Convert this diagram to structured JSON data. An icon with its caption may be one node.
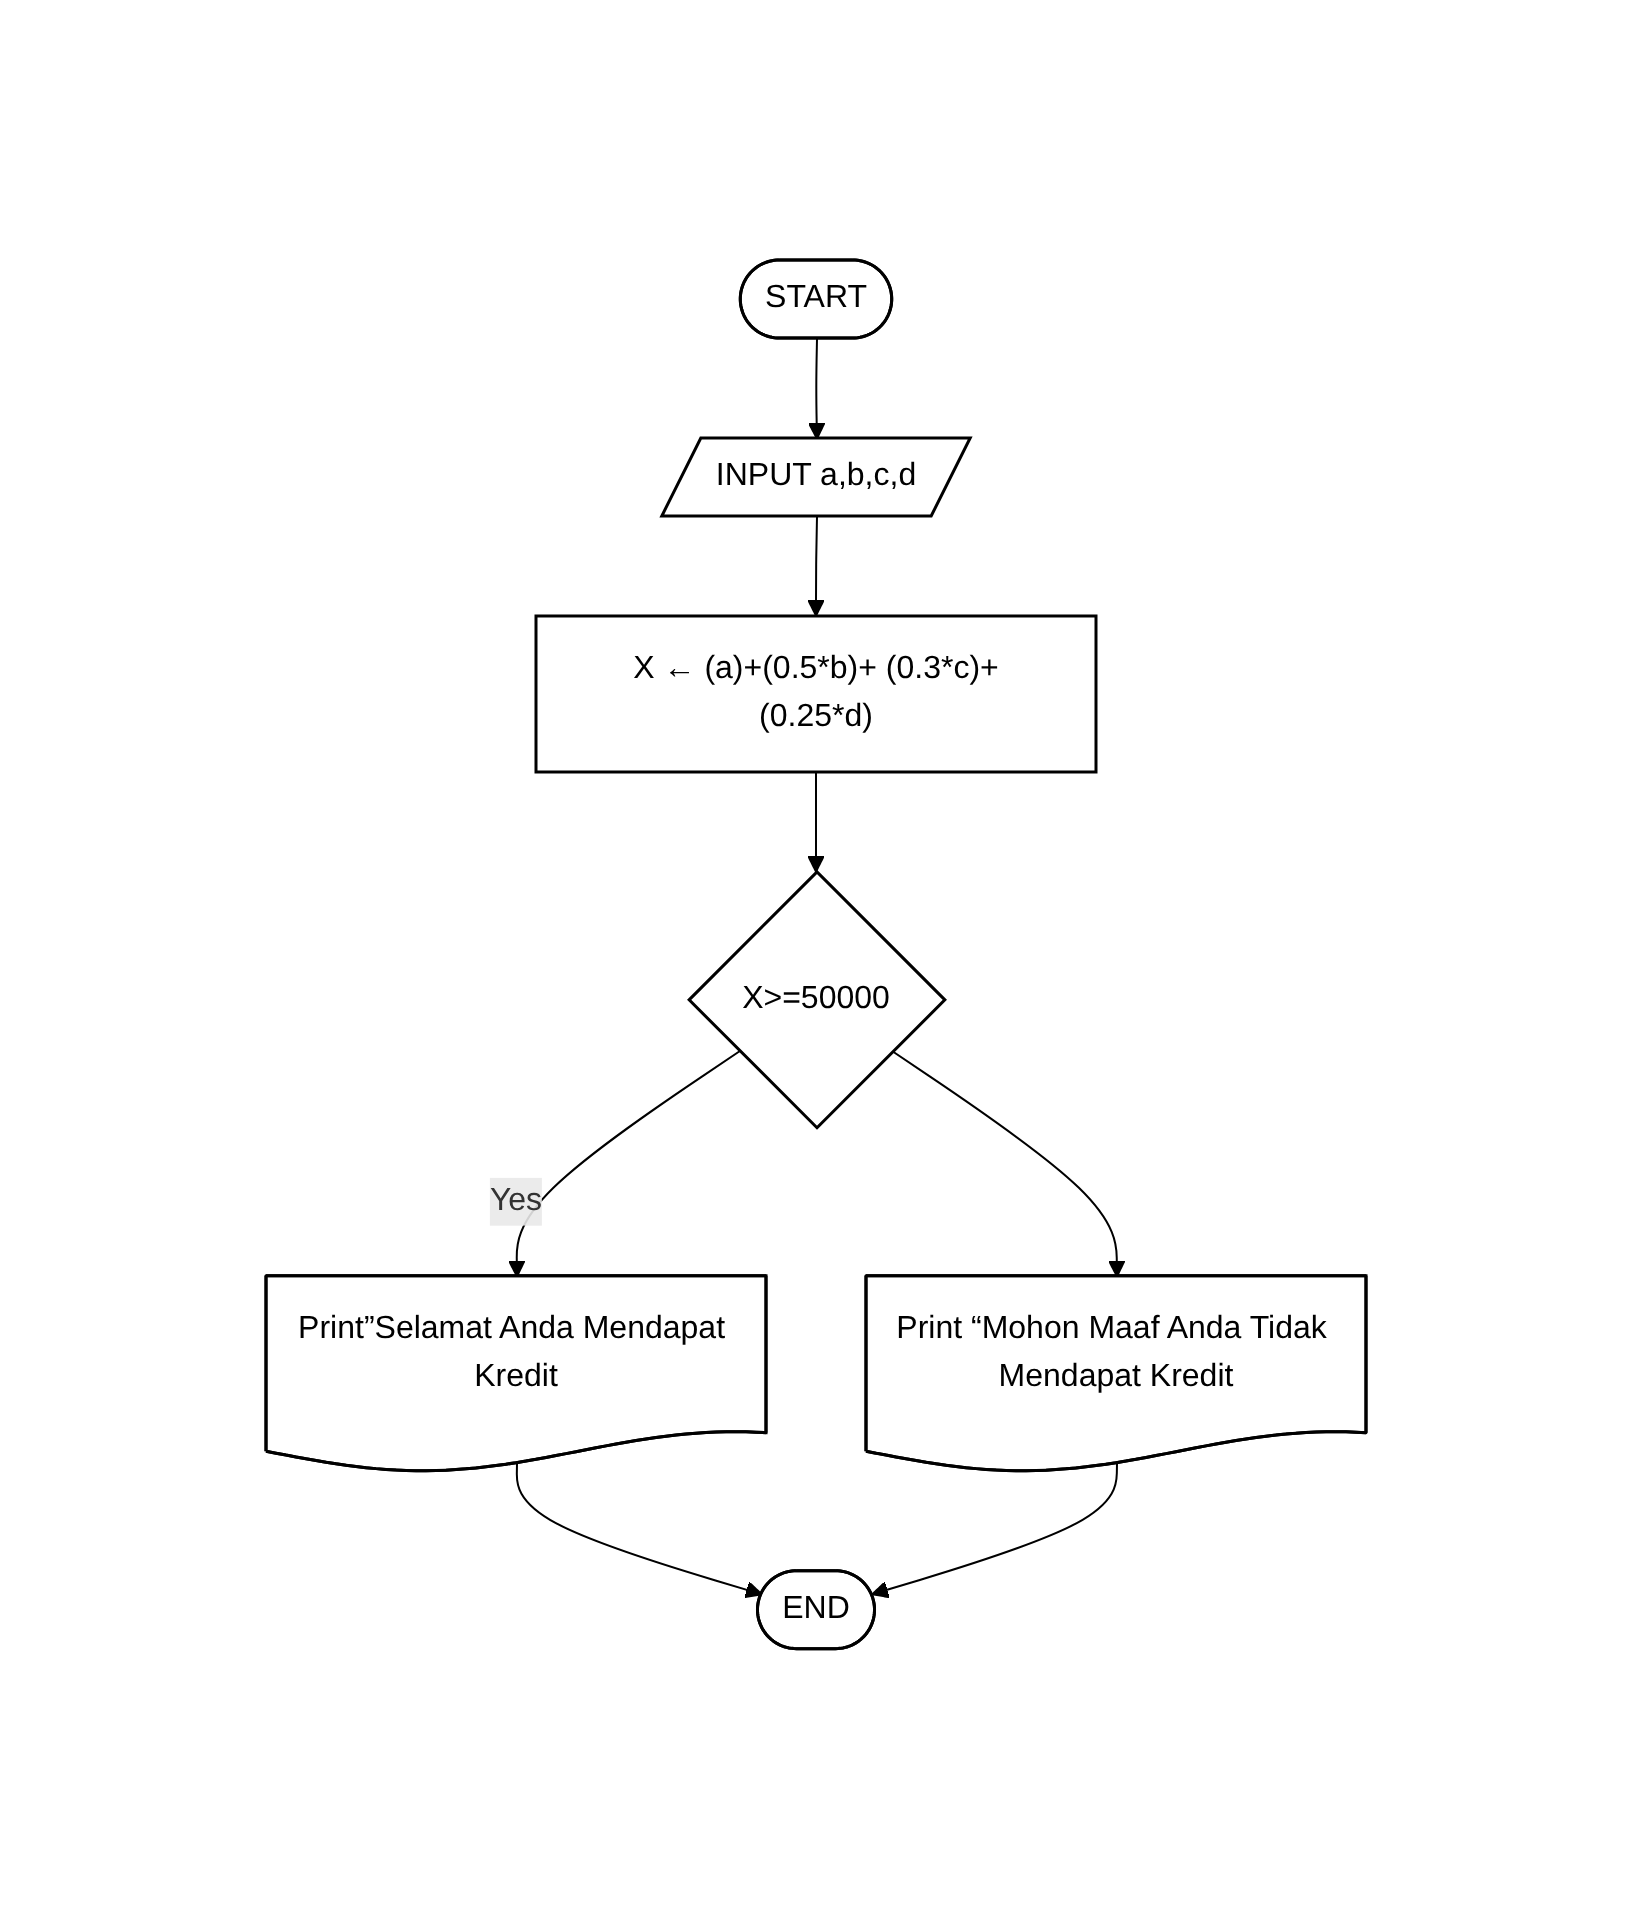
{
  "diagram": {
    "nodes": [
      {
        "text": [
          "START"
        ]
      },
      {
        "text": [
          "INPUT a,b,c,d"
        ]
      },
      {
        "text": [
          "X ← (a)+(0.5*b)+ (0.3*c)+(0.25*d)"
        ]
      },
      {
        "text": [
          "X>=50000"
        ]
      },
      {
        "text": [
          "Print”Selamat Anda Mendapat Kredit"
        ]
      },
      {
        "text": [
          "Print “Mohon Maaf Anda Tidak Mendapat Kredit"
        ]
      },
      {
        "text": [
          "END"
        ]
      }
    ],
    "edges": [
      {
        "from": 0,
        "to": 1,
        "arrow": "to"
      },
      {
        "from": 1,
        "to": 2,
        "arrow": "to"
      },
      {
        "from": 2,
        "to": 3,
        "arrow": "to"
      },
      {
        "from": 3,
        "to": 4,
        "arrow": "to",
        "label": "Yes"
      },
      {
        "from": 3,
        "to": 5,
        "arrow": "to"
      },
      {
        "from": 4,
        "to": 6,
        "arrow": "to"
      },
      {
        "from": 5,
        "to": 6,
        "arrow": "to"
      }
    ]
  }
}
